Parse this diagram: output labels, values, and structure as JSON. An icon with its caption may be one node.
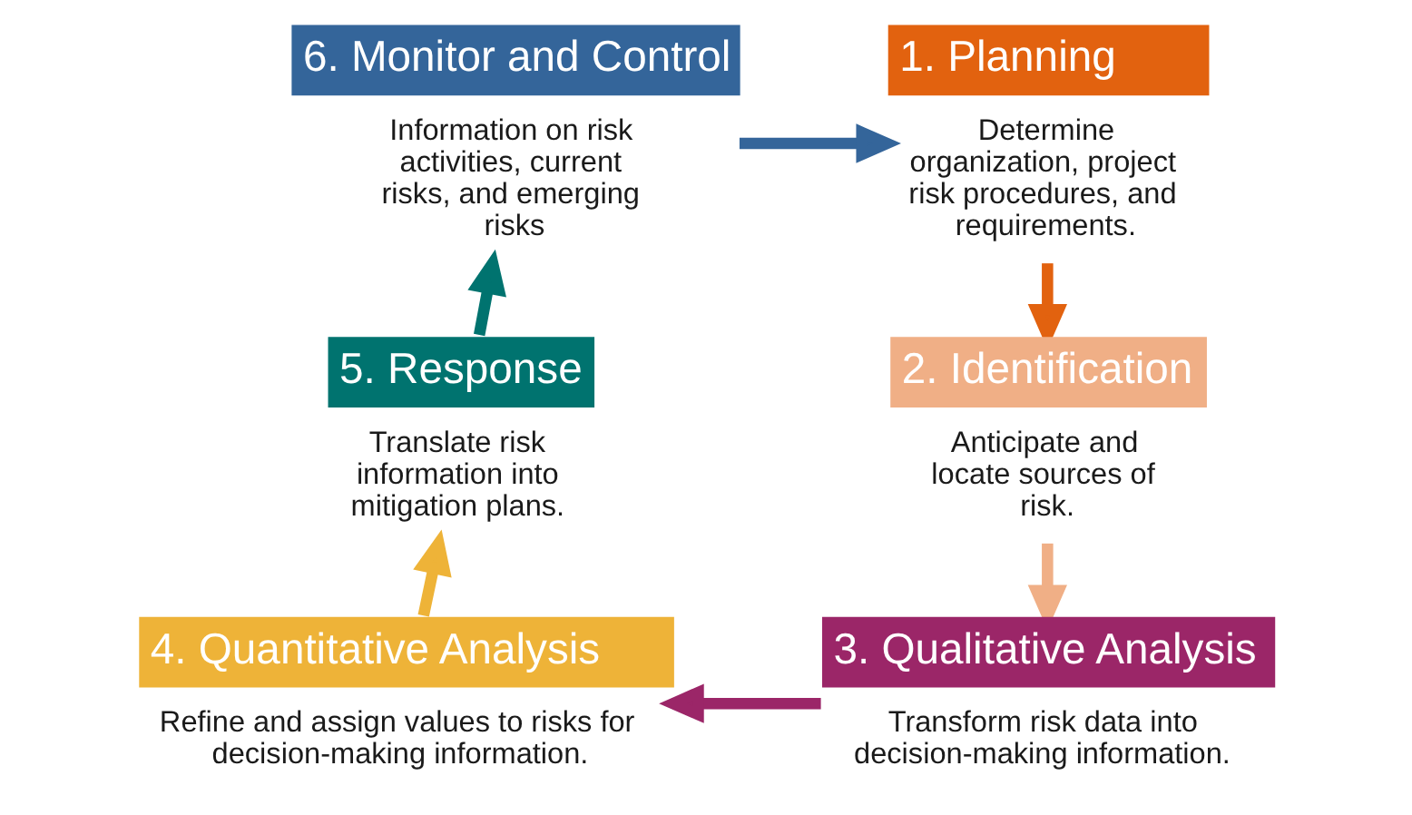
{
  "diagram": {
    "nodes": [
      {
        "text": [
          "1. Planning"
        ],
        "beside": [
          "Determine organization, project risk procedures, and requirements."
        ]
      },
      {
        "text": [
          "2. Identification"
        ],
        "beside": [
          "Anticipate and locate sources of risk."
        ]
      },
      {
        "text": [
          "3. Qualitative Analysis"
        ],
        "beside": [
          "Transform risk data into decision-making information."
        ]
      },
      {
        "text": [
          "4. Quantitative Analysis"
        ],
        "beside": [
          "Refine and assign values to risks for decision-making information."
        ]
      },
      {
        "text": [
          "5. Response"
        ],
        "beside": [
          "Translate risk information into mitigation plans."
        ]
      },
      {
        "text": [
          "6. Monitor and Control"
        ],
        "beside": [
          "Information on risk activities, current risks, and emerging risks"
        ]
      }
    ],
    "edges": [
      {
        "from": 0,
        "to": 1,
        "arrow": "to",
        "color": "#e2620f"
      },
      {
        "from": 1,
        "to": 2,
        "arrow": "to",
        "color": "#f0af86"
      },
      {
        "from": 2,
        "to": 3,
        "arrow": "to",
        "color": "#9b2668"
      },
      {
        "from": 3,
        "to": 4,
        "arrow": "to",
        "color": "#eeb338"
      },
      {
        "from": 4,
        "to": 5,
        "arrow": "to",
        "color": "#00736f"
      },
      {
        "from": 5,
        "to": 0,
        "arrow": "to",
        "color": "#34659a"
      }
    ]
  }
}
